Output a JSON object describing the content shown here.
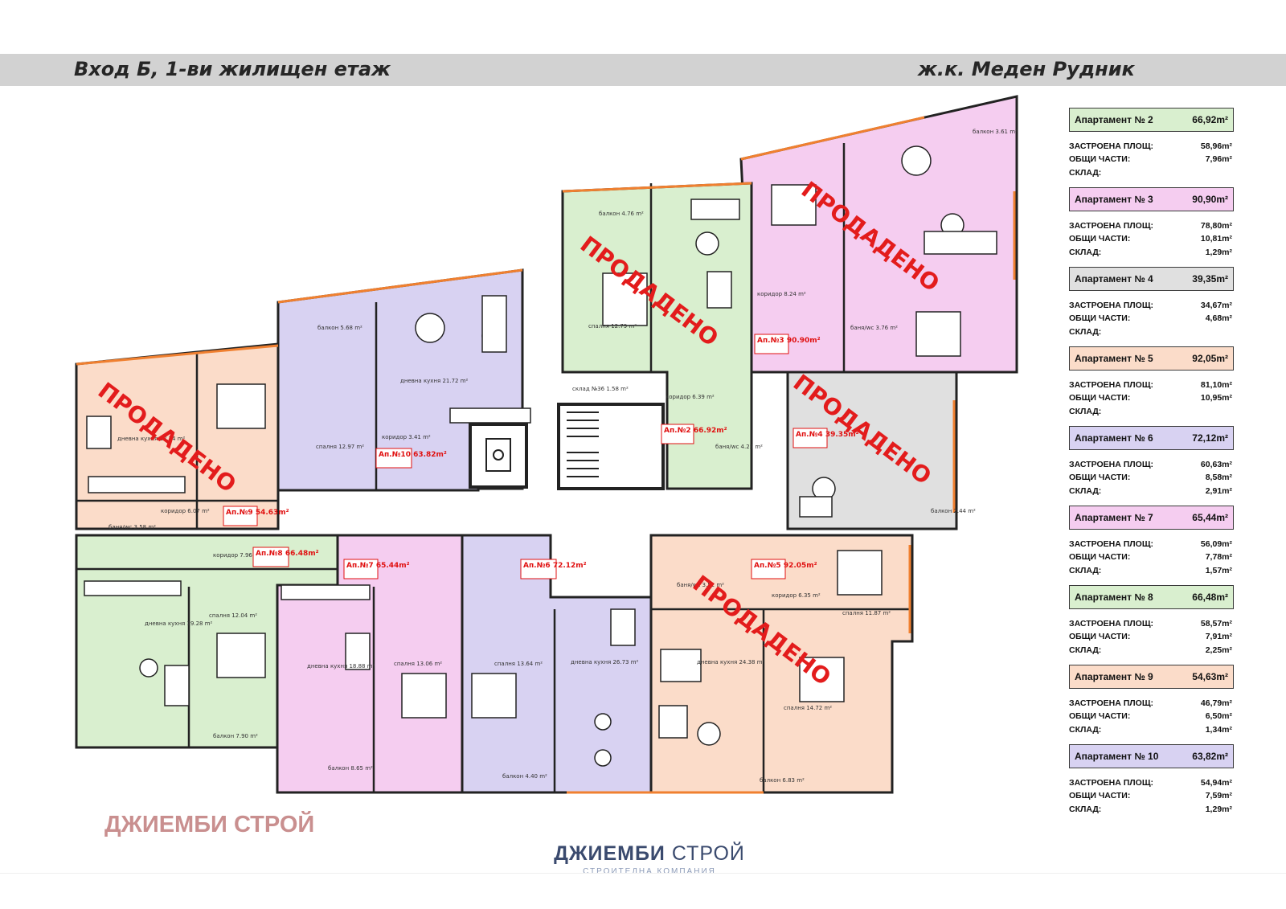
{
  "header": {
    "left_title": "Вход Б, 1-ви жилищен етаж",
    "right_title": "ж.к. Меден Рудник"
  },
  "plan": {
    "sold_label": "ПРОДАДЕНО",
    "room_labels": [
      "балкон 3.61 m²",
      "балкон 4.76 m²",
      "балкон 5.68 m²",
      "дневна кухня 21.72 m²",
      "дневна кухня 18.24 m²",
      "спалня 12.97 m²",
      "спалня 12.79 m²",
      "коридор 3.41 m²",
      "Ап.№10 63.82m²",
      "Ап.№9 54.63m²",
      "Ап.№2 66.92m²",
      "Ап.№3 90.90m²",
      "Ап.№4 39.35m²",
      "Ап.№8 66.48m²",
      "Ап.№7 65.44m²",
      "Ап.№6 72.12m²",
      "Ап.№5 92.05m²",
      "коридор 6.07 m²",
      "баня/wc 3.58 m²",
      "коридор 7.96 m²",
      "дневна кухня 19.28 m²",
      "спалня 12.04 m²",
      "балкон 7.90 m²",
      "дневна кухня 18.88 m²",
      "спалня 13.06 m²",
      "спалня 13.64 m²",
      "дневна кухня 26.73 m²",
      "дневна кухня 24.38 m²",
      "спалня 14.72 m²",
      "спалня 11.87 m²",
      "балкон 8.65 m²",
      "балкон 4.40 m²",
      "балкон 6.83 m²",
      "балкон 2.44 m²",
      "склад №36 1.58 m²",
      "коридор 6.39 m²",
      "баня/wc 4.25 m²",
      "коридор 8.24 m²",
      "баня/wc 3.76 m²",
      "коридор 6.35 m²",
      "баня/wc 3.52 m²"
    ]
  },
  "legend": [
    {
      "name": "Апартамент № 2",
      "area": "66,92m²",
      "color": "#d9efcf",
      "built_label": "ЗАСТРОЕНА ПЛОЩ:",
      "built": "58,96m²",
      "common_label": "ОБЩИ ЧАСТИ:",
      "common": "7,96m²",
      "storage_label": "СКЛАД:",
      "storage": ""
    },
    {
      "name": "Апартамент № 3",
      "area": "90,90m²",
      "color": "#f5cdf0",
      "built_label": "ЗАСТРОЕНА ПЛОЩ:",
      "built": "78,80m²",
      "common_label": "ОБЩИ ЧАСТИ:",
      "common": "10,81m²",
      "storage_label": "СКЛАД:",
      "storage": "1,29m²"
    },
    {
      "name": "Апартамент № 4",
      "area": "39,35m²",
      "color": "#e0e0e0",
      "built_label": "ЗАСТРОЕНА ПЛОЩ:",
      "built": "34,67m²",
      "common_label": "ОБЩИ ЧАСТИ:",
      "common": "4,68m²",
      "storage_label": "СКЛАД:",
      "storage": ""
    },
    {
      "name": "Апартамент № 5",
      "area": "92,05m²",
      "color": "#fbdcc9",
      "built_label": "ЗАСТРОЕНА ПЛОЩ:",
      "built": "81,10m²",
      "common_label": "ОБЩИ ЧАСТИ:",
      "common": "10,95m²",
      "storage_label": "СКЛАД:",
      "storage": ""
    },
    {
      "name": "Апартамент № 6",
      "area": "72,12m²",
      "color": "#d8d2f2",
      "built_label": "ЗАСТРОЕНА ПЛОЩ:",
      "built": "60,63m²",
      "common_label": "ОБЩИ ЧАСТИ:",
      "common": "8,58m²",
      "storage_label": "СКЛАД:",
      "storage": "2,91m²"
    },
    {
      "name": "Апартамент № 7",
      "area": "65,44m²",
      "color": "#f5cdf0",
      "built_label": "ЗАСТРОЕНА ПЛОЩ:",
      "built": "56,09m²",
      "common_label": "ОБЩИ ЧАСТИ:",
      "common": "7,78m²",
      "storage_label": "СКЛАД:",
      "storage": "1,57m²"
    },
    {
      "name": "Апартамент № 8",
      "area": "66,48m²",
      "color": "#d9efcf",
      "built_label": "ЗАСТРОЕНА ПЛОЩ:",
      "built": "58,57m²",
      "common_label": "ОБЩИ ЧАСТИ:",
      "common": "7,91m²",
      "storage_label": "СКЛАД:",
      "storage": "2,25m²"
    },
    {
      "name": "Апартамент № 9",
      "area": "54,63m²",
      "color": "#fbdcc9",
      "built_label": "ЗАСТРОЕНА ПЛОЩ:",
      "built": "46,79m²",
      "common_label": "ОБЩИ ЧАСТИ:",
      "common": "6,50m²",
      "storage_label": "СКЛАД:",
      "storage": "1,34m²"
    },
    {
      "name": "Апартамент № 10",
      "area": "63,82m²",
      "color": "#d8d2f2",
      "built_label": "ЗАСТРОЕНА ПЛОЩ:",
      "built": "54,94m²",
      "common_label": "ОБЩИ ЧАСТИ:",
      "common": "7,59m²",
      "storage_label": "СКЛАД:",
      "storage": "1,29m²"
    }
  ],
  "watermark": "ДЖИЕМБИ СТРОЙ",
  "logo": {
    "brand_bold": "ДЖИЕМБИ",
    "brand_light": "СТРОЙ",
    "subtitle": "СТРОИТЕЛНА КОМПАНИЯ"
  }
}
